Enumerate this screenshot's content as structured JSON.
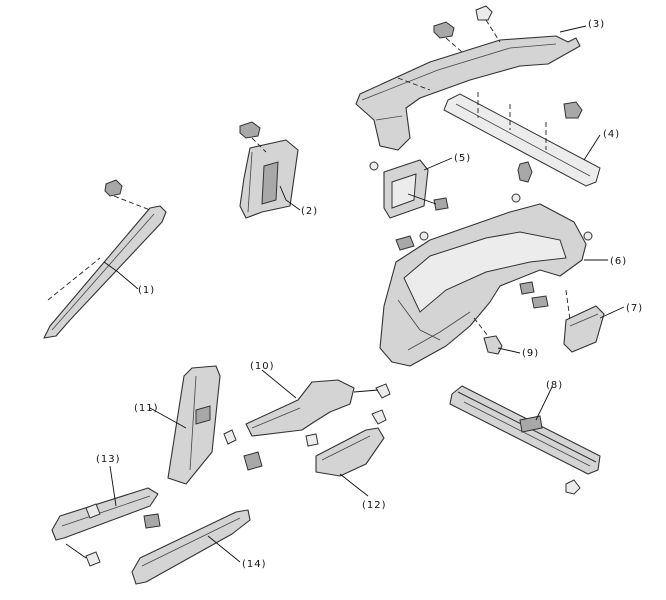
{
  "labels": {
    "p1": "(1)",
    "p2": "(2)",
    "p3": "(3)",
    "p4": "(4)",
    "p5": "(5)",
    "p6": "(6)",
    "p7": "(7)",
    "p8": "(8)",
    "p9": "(9)",
    "p10": "(10)",
    "p11": "(11)",
    "p12": "(12)",
    "p13": "(13)",
    "p14": "(14)"
  }
}
